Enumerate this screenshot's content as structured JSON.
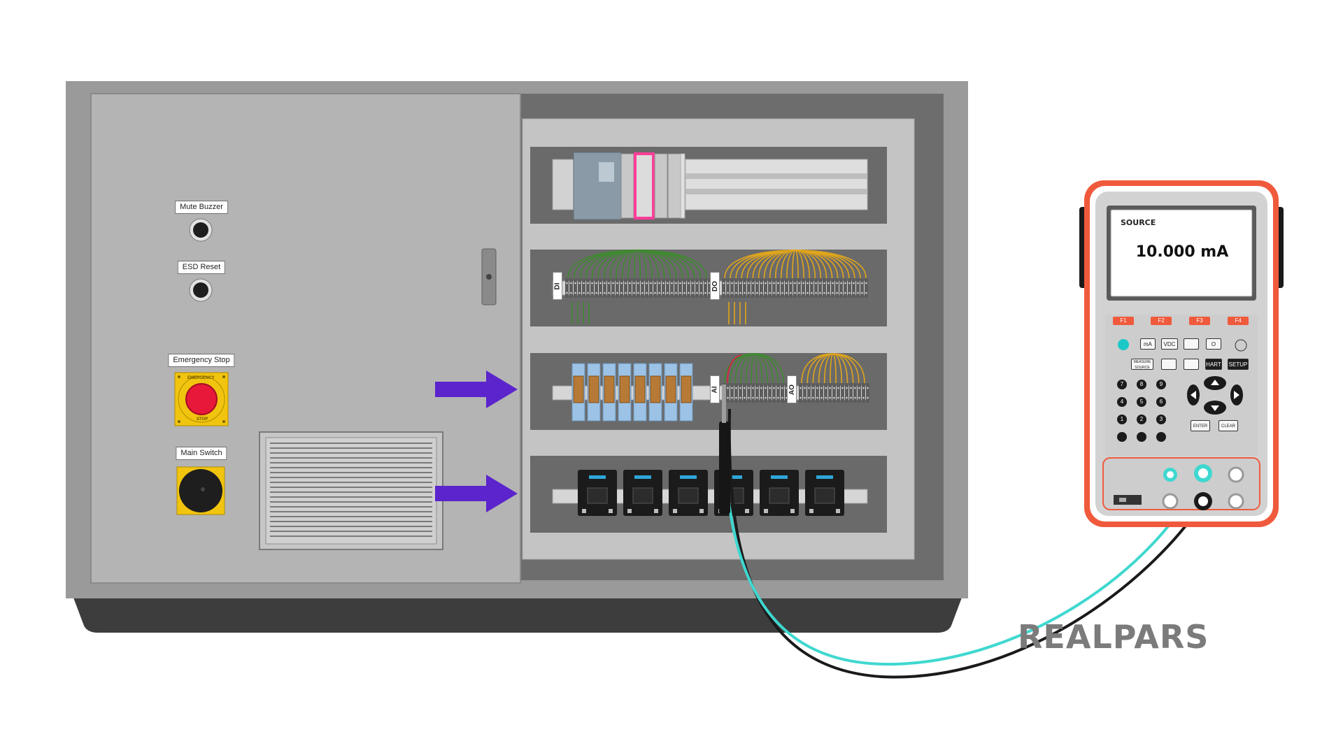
{
  "labels": {
    "mute_buzzer": "Mute Buzzer",
    "esd_reset": "ESD Reset",
    "emergency_stop": "Emergency Stop",
    "main_switch": "Main Switch"
  },
  "estop_ring_text": {
    "top": "EMERGENCY",
    "bottom": "STOP"
  },
  "terminal_tags": {
    "di": "DI",
    "do": "DO",
    "ai": "AI",
    "ao": "AO"
  },
  "calibrator": {
    "mode": "SOURCE",
    "reading": "10.000 mA",
    "function_keys": [
      "F1",
      "F2",
      "F3",
      "F4"
    ],
    "mode_keys": [
      "mA",
      "VDC",
      "O"
    ],
    "keys": {
      "measure_source": "MEASURE SOURCE",
      "hart": "HART",
      "setup": "SETUP",
      "enter": "ENTER",
      "clear": "CLEAR"
    },
    "keypad": [
      "7",
      "8",
      "9",
      "4",
      "5",
      "6",
      "1",
      "2",
      "3"
    ]
  },
  "logo": "REALPARS",
  "colors": {
    "arrow": "#5b24cc",
    "calibrator_case": "#f05a3c",
    "lead_red": "#3fd8d0",
    "lead_black": "#1a1a1a",
    "panel_grey": "#b4b4b4"
  }
}
